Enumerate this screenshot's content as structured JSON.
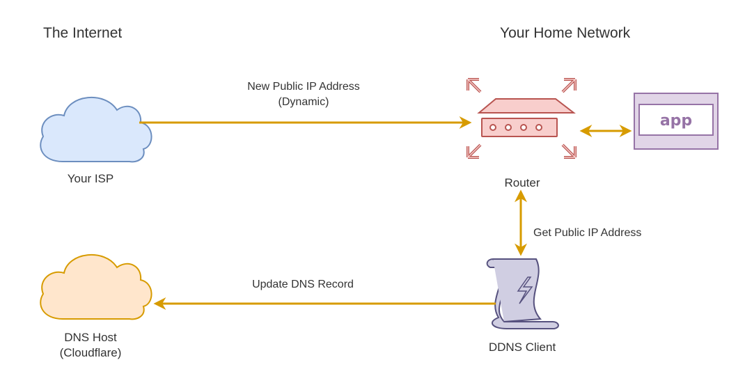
{
  "headers": {
    "left": "The Internet",
    "right": "Your Home Network"
  },
  "nodes": {
    "isp": {
      "label": "Your ISP"
    },
    "dns_host": {
      "label_line1": "DNS Host",
      "label_line2": "(Cloudflare)"
    },
    "router": {
      "label": "Router"
    },
    "app": {
      "label": "app"
    },
    "ddns_client": {
      "label": "DDNS Client"
    }
  },
  "edges": {
    "isp_to_router": {
      "line1": "New Public IP Address",
      "line2": "(Dynamic)"
    },
    "router_ddns": {
      "label": "Get Public IP Address"
    },
    "ddns_to_dns": {
      "label": "Update DNS Record"
    }
  },
  "colors": {
    "arrow": "#d79b00",
    "isp_cloud_fill": "#dae8fc",
    "isp_cloud_stroke": "#6c8ebf",
    "dns_cloud_fill": "#ffe6cc",
    "dns_cloud_stroke": "#d79b00",
    "router_fill": "#f8cecc",
    "router_stroke": "#b85450",
    "app_fill": "#e1d5e7",
    "app_stroke": "#9673a6",
    "script_fill": "#d0cee2",
    "script_stroke": "#56517e"
  },
  "icons": {
    "isp": "cloud-icon",
    "dns_host": "cloud-icon",
    "router": "router-icon",
    "app": "app-window-icon",
    "ddns_client": "script-scroll-icon"
  }
}
